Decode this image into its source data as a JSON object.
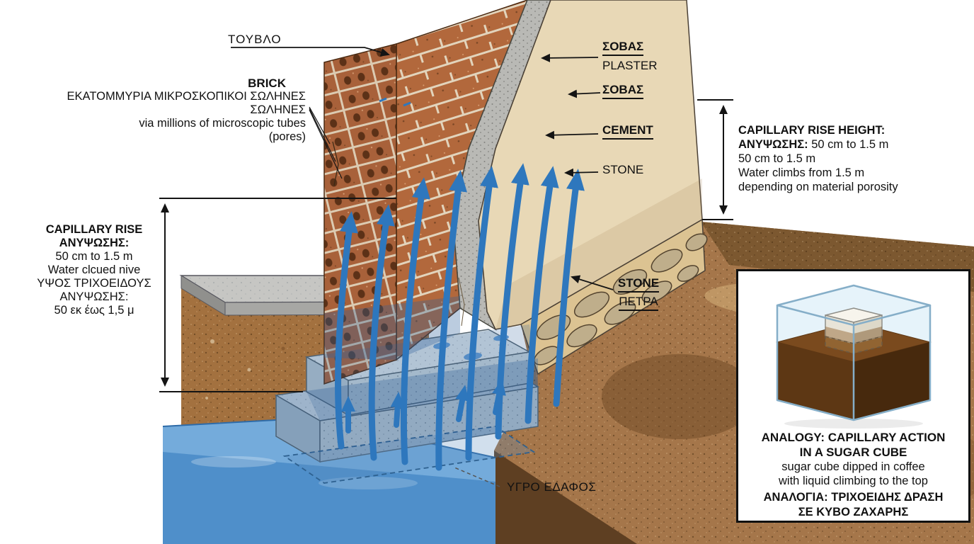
{
  "title": "Capillary rise (rising damp) in a masonry wall — bilingual diagram",
  "labels": {
    "brick_el": "ΤΟΥΒΛΟ",
    "brick_en": "BRICK",
    "pores_el_1": "ΕΚΑΤΟΜΜΥΡΙΑ ΜΙΚΡΟΣΚΟΠΙΚΟΙ ΣΩΛΗΝΕΣ",
    "pores_el_2": "ΣΩΛΗΝΕΣ",
    "pores_en": "via millions of microscopic tubes",
    "pores_note": "(pores)",
    "plaster_el_1": "ΣΟΒΑΣ",
    "plaster_en": "PLASTER",
    "plaster_el_2": "ΣΟΒΑΣ",
    "cement_en": "CEMENT",
    "stone_en_upper": "STONE",
    "stone_en_mid": "STONE",
    "stone_el": "ΠΕΤΡΑ",
    "wet_ground_el": "ΥΓΡΟ ΕΔΑΦΟΣ"
  },
  "capillary_note_right": {
    "title": "CAPILLARY RISE HEIGHT:",
    "line2_bold": "ΑΝΥΨΩΣΗΣ:",
    "line2_text": "50 cm to 1.5 m",
    "line3": "50 cm to 1.5 m",
    "line4": "Water climbs from 1.5 m",
    "line5": "depending on material porosity"
  },
  "capillary_note_left": {
    "line1": "CAPILLARY RISE",
    "line2": "ΑΝΥΨΩΣΗΣ:",
    "line3": "50 cm to 1.5 m",
    "line4": "Water clcued nive",
    "line5": "ΥΨΟΣ ΤΡΙΧΟΕΙΔΟΥΣ",
    "line6": "ΑΝΥΨΩΣΗΣ:",
    "line7": "50 εκ έως 1,5 μ"
  },
  "inset": {
    "title_en_1": "ANALOGY: CAPILLARY ACTION",
    "title_en_2": "IN A SUGAR CUBE",
    "caption_1": "sugar cube dipped in coffee",
    "caption_2": "with liquid climbing to the top",
    "title_el_1": "ΑΝΑΛΟΓΙΑ: ΤΡΙΧΟΕΙΔΗΣ ΔΡΑΣΗ",
    "title_el_2": "ΣΕ ΚΥΒΟ ΖΑΧΑΡΗΣ"
  },
  "colors": {
    "brick": "#b2683c",
    "plaster": "#e8d8b6",
    "cement_gray": "#b9b9b5",
    "stone_band": "#dcc392",
    "soil": "#a5764a",
    "water": "#4f8fca",
    "arrow_blue": "#2e77bd",
    "concrete": "#ccd7de",
    "coffee": "#5d3714",
    "line_black": "#141414"
  }
}
